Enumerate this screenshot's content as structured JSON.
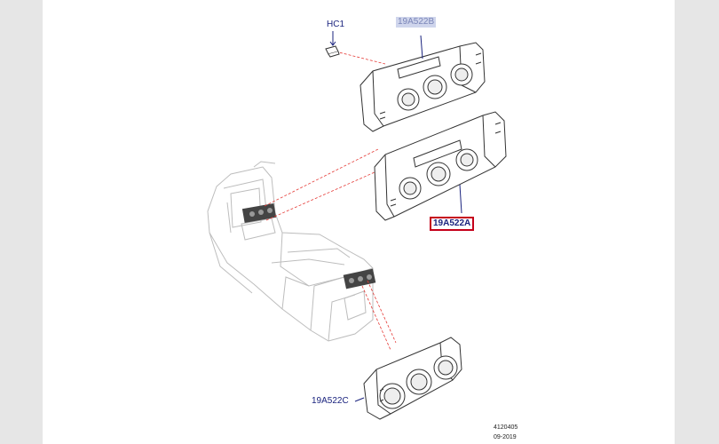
{
  "callouts": {
    "hc1": "HC1",
    "part_b": "19A522B",
    "part_a": "19A522A",
    "part_c": "19A522C"
  },
  "reference": {
    "code": "4120405",
    "date": "09-2019"
  },
  "colors": {
    "highlight_border": "#c5001a",
    "label_text": "#1a237e",
    "leader_line": "#e53935",
    "drawing_line": "#333333",
    "ghost_line": "#bdbdbd",
    "viewer_background": "#e6e6e6"
  }
}
